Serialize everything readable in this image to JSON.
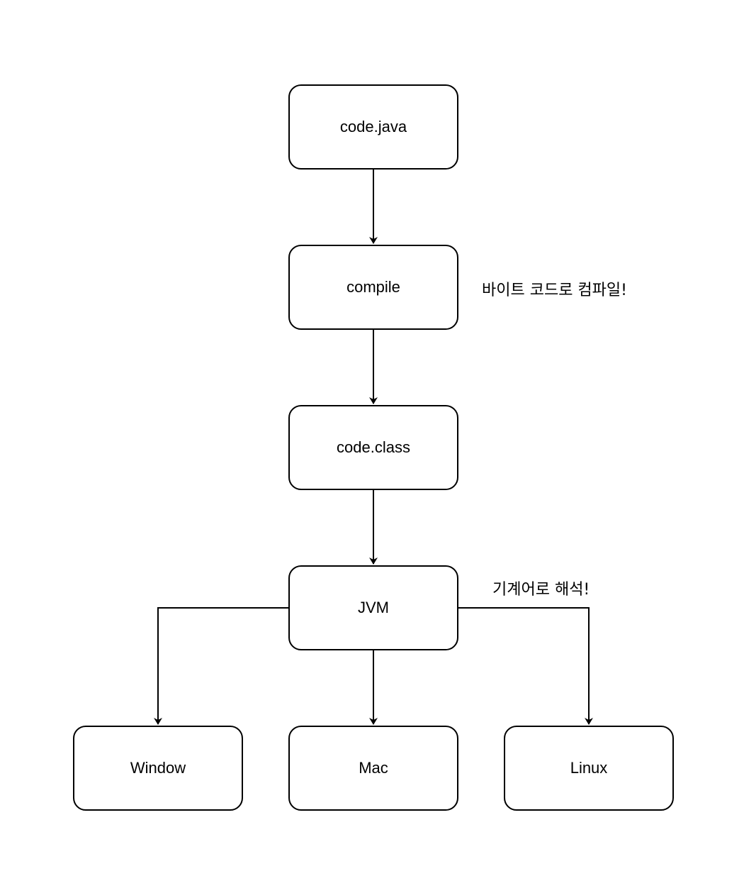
{
  "nodes": {
    "source": "code.java",
    "compile": "compile",
    "bytecode": "code.class",
    "jvm": "JVM",
    "window": "Window",
    "mac": "Mac",
    "linux": "Linux"
  },
  "annotations": {
    "compile_note": "바이트 코드로 컴파일!",
    "jvm_note": "기계어로 해석!"
  },
  "colors": {
    "stroke": "#000000",
    "fill": "#ffffff"
  }
}
